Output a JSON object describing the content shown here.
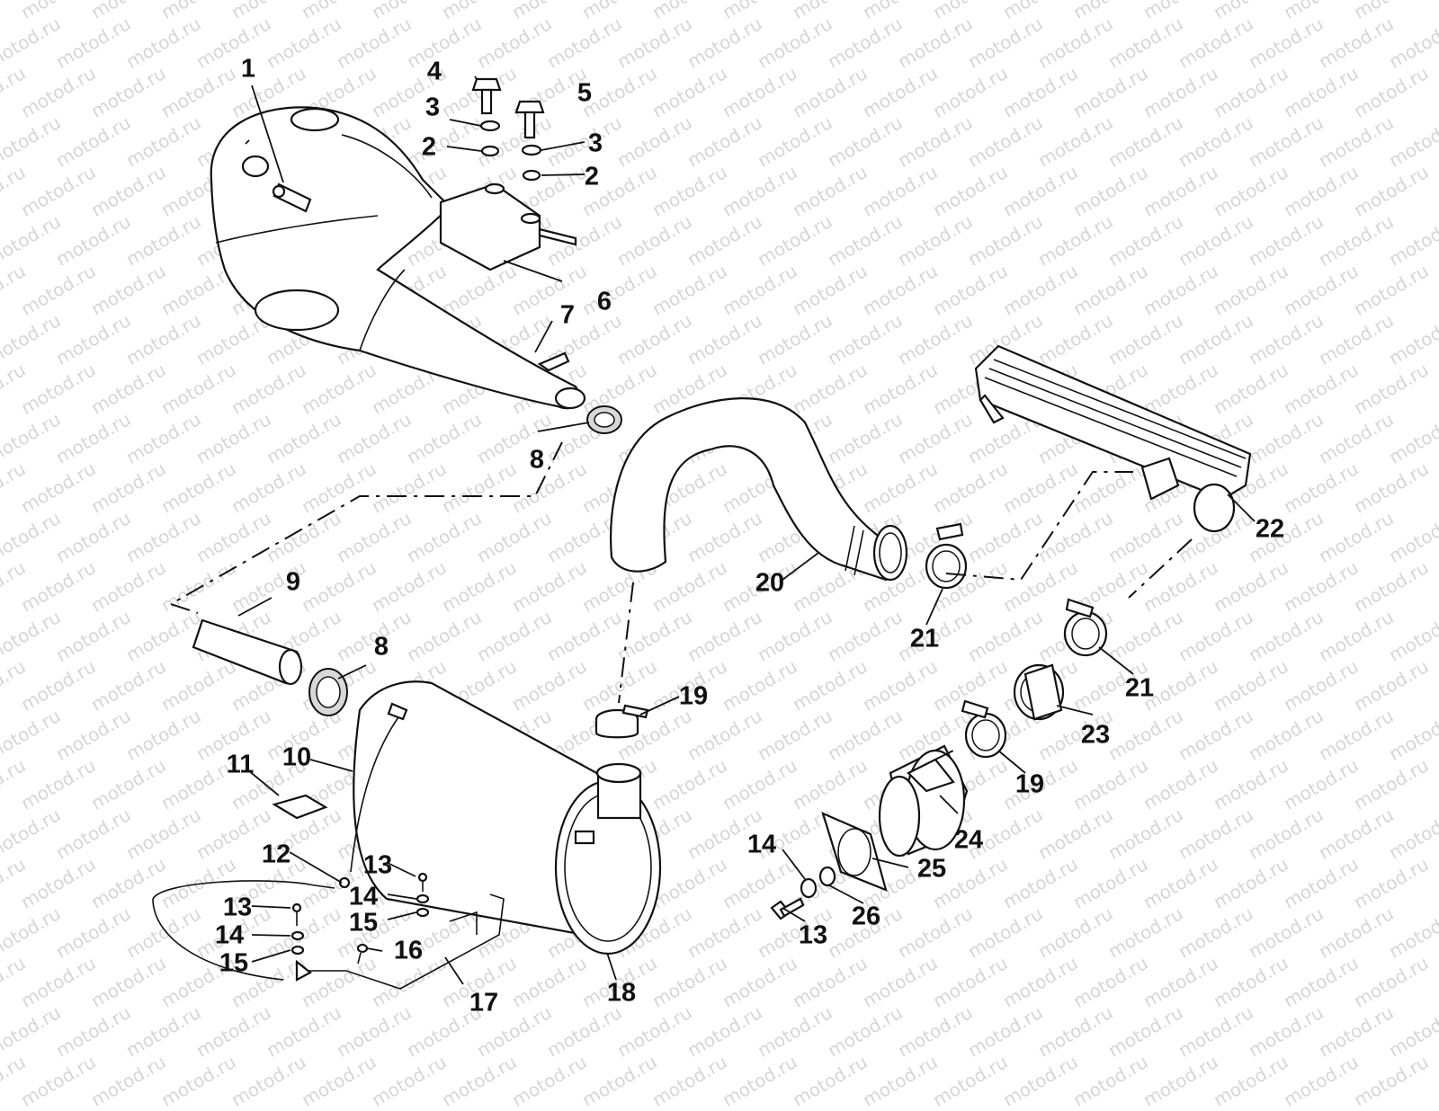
{
  "watermark": "motod.ru",
  "callouts": [
    {
      "id": "c1",
      "label": "1"
    },
    {
      "id": "c4",
      "label": "4"
    },
    {
      "id": "c5",
      "label": "5"
    },
    {
      "id": "c3a",
      "label": "3"
    },
    {
      "id": "c3b",
      "label": "3"
    },
    {
      "id": "c2a",
      "label": "2"
    },
    {
      "id": "c2b",
      "label": "2"
    },
    {
      "id": "c6",
      "label": "6"
    },
    {
      "id": "c7",
      "label": "7"
    },
    {
      "id": "c8a",
      "label": "8"
    },
    {
      "id": "c8b",
      "label": "8"
    },
    {
      "id": "c9",
      "label": "9"
    },
    {
      "id": "c10",
      "label": "10"
    },
    {
      "id": "c11",
      "label": "11"
    },
    {
      "id": "c12",
      "label": "12"
    },
    {
      "id": "c13a",
      "label": "13"
    },
    {
      "id": "c13b",
      "label": "13"
    },
    {
      "id": "c13c",
      "label": "13"
    },
    {
      "id": "c14a",
      "label": "14"
    },
    {
      "id": "c14b",
      "label": "14"
    },
    {
      "id": "c14c",
      "label": "14"
    },
    {
      "id": "c15a",
      "label": "15"
    },
    {
      "id": "c15b",
      "label": "15"
    },
    {
      "id": "c16",
      "label": "16"
    },
    {
      "id": "c17",
      "label": "17"
    },
    {
      "id": "c18",
      "label": "18"
    },
    {
      "id": "c19a",
      "label": "19"
    },
    {
      "id": "c19b",
      "label": "19"
    },
    {
      "id": "c20",
      "label": "20"
    },
    {
      "id": "c21a",
      "label": "21"
    },
    {
      "id": "c21b",
      "label": "21"
    },
    {
      "id": "c22",
      "label": "22"
    },
    {
      "id": "c23",
      "label": "23"
    },
    {
      "id": "c24",
      "label": "24"
    },
    {
      "id": "c25",
      "label": "25"
    },
    {
      "id": "c26",
      "label": "26"
    }
  ]
}
